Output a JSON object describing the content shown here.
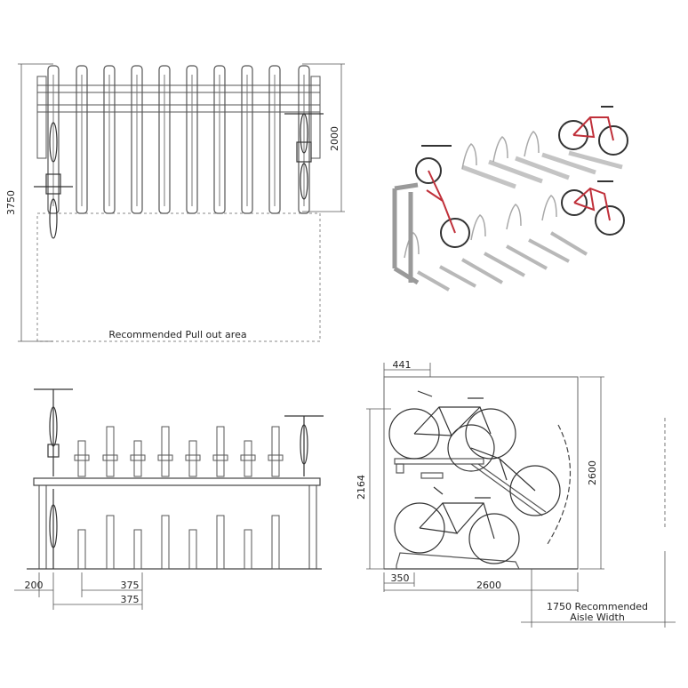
{
  "plan_view": {
    "dim_overall_depth": "3750",
    "dim_rack_depth": "2000",
    "pull_out_label": "Recommended Pull out area"
  },
  "front_view": {
    "dim_end_offset": "200",
    "dim_pitch_1": "375",
    "dim_pitch_2": "375"
  },
  "side_view": {
    "dim_top_offset": "441",
    "dim_height_total": "2600",
    "dim_tier_height": "2164",
    "dim_base_offset": "350",
    "dim_depth": "2600",
    "aisle_label_line1": "1750 Recommended",
    "aisle_label_line2": "Aisle Width"
  },
  "colors": {
    "line": "#555555",
    "frame": "#cfcfcf",
    "bike_accent": "#c0303a"
  }
}
